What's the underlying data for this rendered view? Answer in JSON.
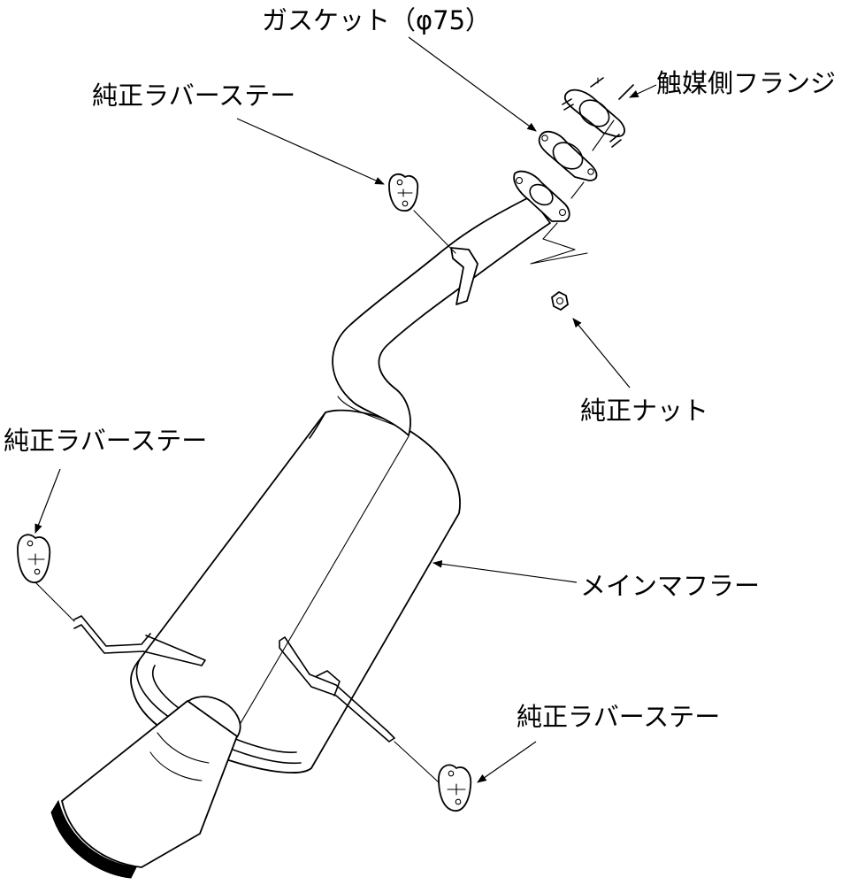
{
  "labels": {
    "gasket": "ガスケット（φ75）",
    "catalyst_flange": "触媒側フランジ",
    "rubber_stay_top": "純正ラバーステー",
    "stock_nut": "純正ナット",
    "rubber_stay_left": "純正ラバーステー",
    "main_muffler": "メインマフラー",
    "rubber_stay_bottom": "純正ラバーステー"
  },
  "colors": {
    "ink": "#000000",
    "paper": "#ffffff"
  }
}
